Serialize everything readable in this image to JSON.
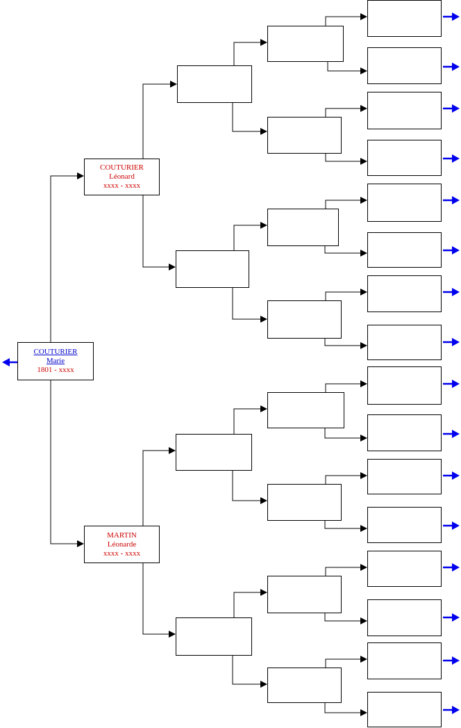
{
  "colors": {
    "line": "#000000",
    "nav_arrow": "#0000ee",
    "name_red": "#cc0000",
    "name_link": "#0000cc"
  },
  "root": {
    "surname": "COUTURIER",
    "given": "Marie",
    "dates": "1801 - xxxx"
  },
  "father": {
    "surname": "COUTURIER",
    "given": "Léonard",
    "dates": "xxxx - xxxx"
  },
  "mother": {
    "surname": "MARTIN",
    "given": "Léonarde",
    "dates": "xxxx - xxxx"
  }
}
